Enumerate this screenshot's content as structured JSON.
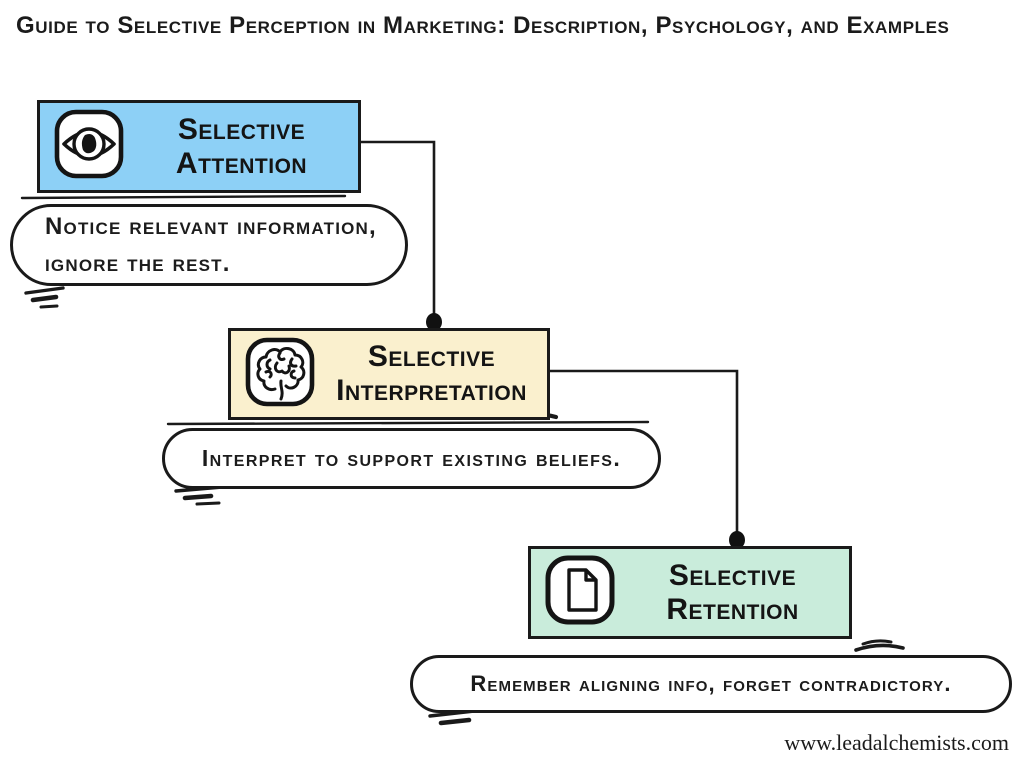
{
  "page": {
    "title": "Guide to Selective Perception in Marketing: Description, Psychology, and Examples",
    "website": "www.leadalchemists.com"
  },
  "colors": {
    "ink": "#1a1a1a",
    "attention_fill": "#8dd0f6",
    "interpretation_fill": "#faf0ce",
    "retention_fill": "#c9ecdb"
  },
  "stages": [
    {
      "icon": "eye-icon",
      "title_line1": "Selective",
      "title_line2": "Attention",
      "desc_line1": "Notice relevant information,",
      "desc_line2": "ignore the rest."
    },
    {
      "icon": "brain-icon",
      "title_line1": "Selective",
      "title_line2": "Interpretation",
      "desc_line1": "Interpret to support existing beliefs.",
      "desc_line2": ""
    },
    {
      "icon": "document-icon",
      "title_line1": "Selective",
      "title_line2": "Retention",
      "desc_line1": "Remember aligning info, forget contradictory.",
      "desc_line2": ""
    }
  ]
}
